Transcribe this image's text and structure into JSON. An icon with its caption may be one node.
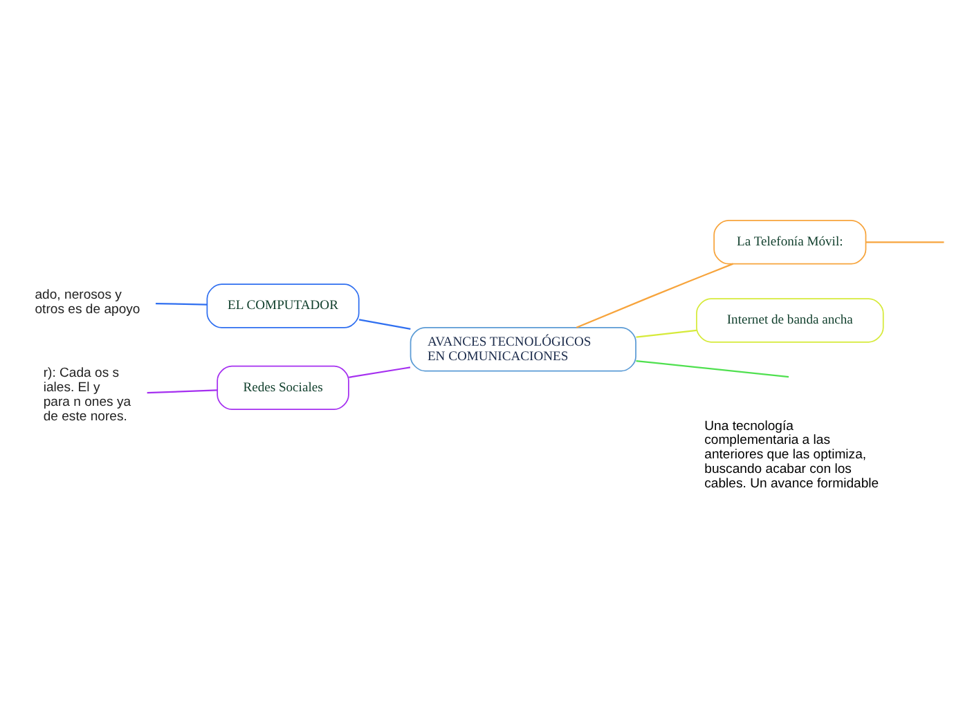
{
  "diagram": {
    "nodes": [
      {
        "text": [
          "AVANCES TECNOLÓGICOS EN COMUNICACIONES"
        ]
      },
      {
        "text": [
          "EL COMPUTADOR"
        ]
      },
      {
        "text": [
          "ado, nerosos y otros es de apoyo"
        ]
      },
      {
        "text": [
          "La Telefonía Móvil:"
        ]
      },
      {
        "text": [
          "Redes Sociales"
        ]
      },
      {
        "text": [
          "r): Cada os s iales. El y para n ones ya de este nores."
        ]
      },
      {
        "text": [
          "Internet de banda ancha"
        ]
      }
    ],
    "edges": [
      {
        "from": 0,
        "to": 1,
        "arrow": "none",
        "color": "#2f6ff0"
      },
      {
        "from": 1,
        "to": 2,
        "arrow": "none",
        "color": "#2f6ff0"
      },
      {
        "from": 0,
        "to": 3,
        "arrow": "none",
        "color": "#f7a43c"
      },
      {
        "from": 3,
        "to": null,
        "arrow": "none",
        "color": "#f7a43c"
      },
      {
        "from": 0,
        "to": 6,
        "arrow": "none",
        "color": "#d6ea3a"
      },
      {
        "from": 0,
        "to": 4,
        "arrow": "none",
        "color": "#a52ff0"
      },
      {
        "from": 4,
        "to": 5,
        "arrow": "none",
        "color": "#a52ff0"
      },
      {
        "from": 0,
        "to": null,
        "arrow": "none",
        "color": "#4fe04f"
      }
    ],
    "labels": [
      "Una tecnología complementaria a las anteriores que las optimiza, buscando acabar con los cables. Un avance formidable"
    ]
  }
}
